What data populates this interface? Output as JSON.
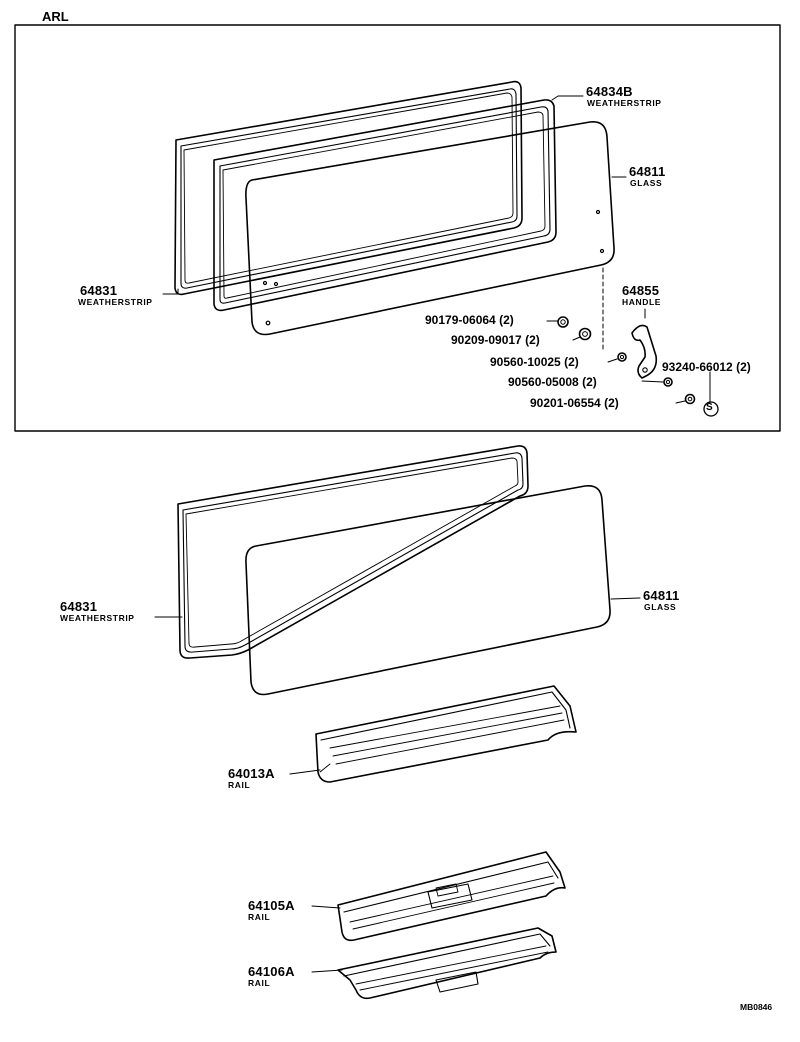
{
  "section_title": "ARL",
  "figure_code": "MB0846",
  "symbol_s": "S",
  "top_group": {
    "weatherstrip_outer": {
      "part_no": "64834B",
      "name": "WEATHERSTRIP"
    },
    "glass": {
      "part_no": "64811",
      "name": "GLASS"
    },
    "weatherstrip_inner": {
      "part_no": "64831",
      "name": "WEATHERSTRIP"
    },
    "handle": {
      "part_no": "64855",
      "name": "HANDLE"
    },
    "fasteners": [
      {
        "part_no": "90179-06064 (2)"
      },
      {
        "part_no": "90209-09017 (2)"
      },
      {
        "part_no": "90560-10025 (2)"
      },
      {
        "part_no": "90560-05008 (2)"
      },
      {
        "part_no": "90201-06554 (2)"
      },
      {
        "part_no": "93240-66012 (2)"
      }
    ]
  },
  "bottom_group": {
    "weatherstrip": {
      "part_no": "64831",
      "name": "WEATHERSTRIP"
    },
    "glass": {
      "part_no": "64811",
      "name": "GLASS"
    },
    "rail_upper": {
      "part_no": "64013A",
      "name": "RAIL"
    },
    "rail_mid": {
      "part_no": "64105A",
      "name": "RAIL"
    },
    "rail_lower": {
      "part_no": "64106A",
      "name": "RAIL"
    }
  }
}
